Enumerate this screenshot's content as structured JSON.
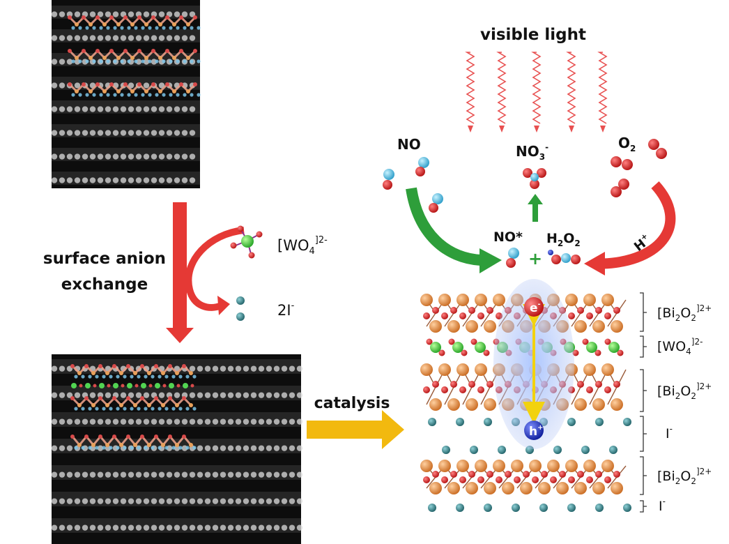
{
  "light": {
    "label": "visible light"
  },
  "process": {
    "exchange_line1": "surface anion",
    "exchange_line2": "exchange",
    "catalysis": "catalysis"
  },
  "species": {
    "wo4_base": "[WO",
    "wo4_sub": "4",
    "wo4_sup": "]2-",
    "iodide_base": "2I",
    "iodide_sup": "-",
    "no": "NO",
    "no3_base": "NO",
    "no3_sub": "3",
    "no3_sup": "-",
    "o2_base": "O",
    "o2_sub": "2",
    "no_star": "NO*",
    "h2o2_a": "H",
    "h2o2_sub1": "2",
    "h2o2_b": "O",
    "h2o2_sub2": "2",
    "h_plus_base": "H",
    "h_plus_sup": "+",
    "plus_sign": "+",
    "electron_base": "e",
    "electron_sup": "-",
    "hole_base": "h",
    "hole_sup": "+"
  },
  "layers": {
    "bi2o2_a": "[Bi",
    "bi2o2_sub1": "2",
    "bi2o2_b": "O",
    "bi2o2_sub2": "2",
    "bi2o2_sup": "]2+",
    "wo4_a": "[WO",
    "wo4_sub": "4",
    "wo4_sup": "]2-",
    "iodide_base": "I",
    "iodide_sup": "-"
  },
  "colors": {
    "bi": "#e0843a",
    "o": "#cc1e1e",
    "w": "#3fc33f",
    "i": "#2d7f86",
    "n": "#4fb6d9",
    "arrow_red": "#e53935",
    "arrow_green": "#2e9e3a",
    "arrow_yellow": "#f2b90f",
    "electron": "#d82626",
    "hole": "#1b2fb5"
  }
}
